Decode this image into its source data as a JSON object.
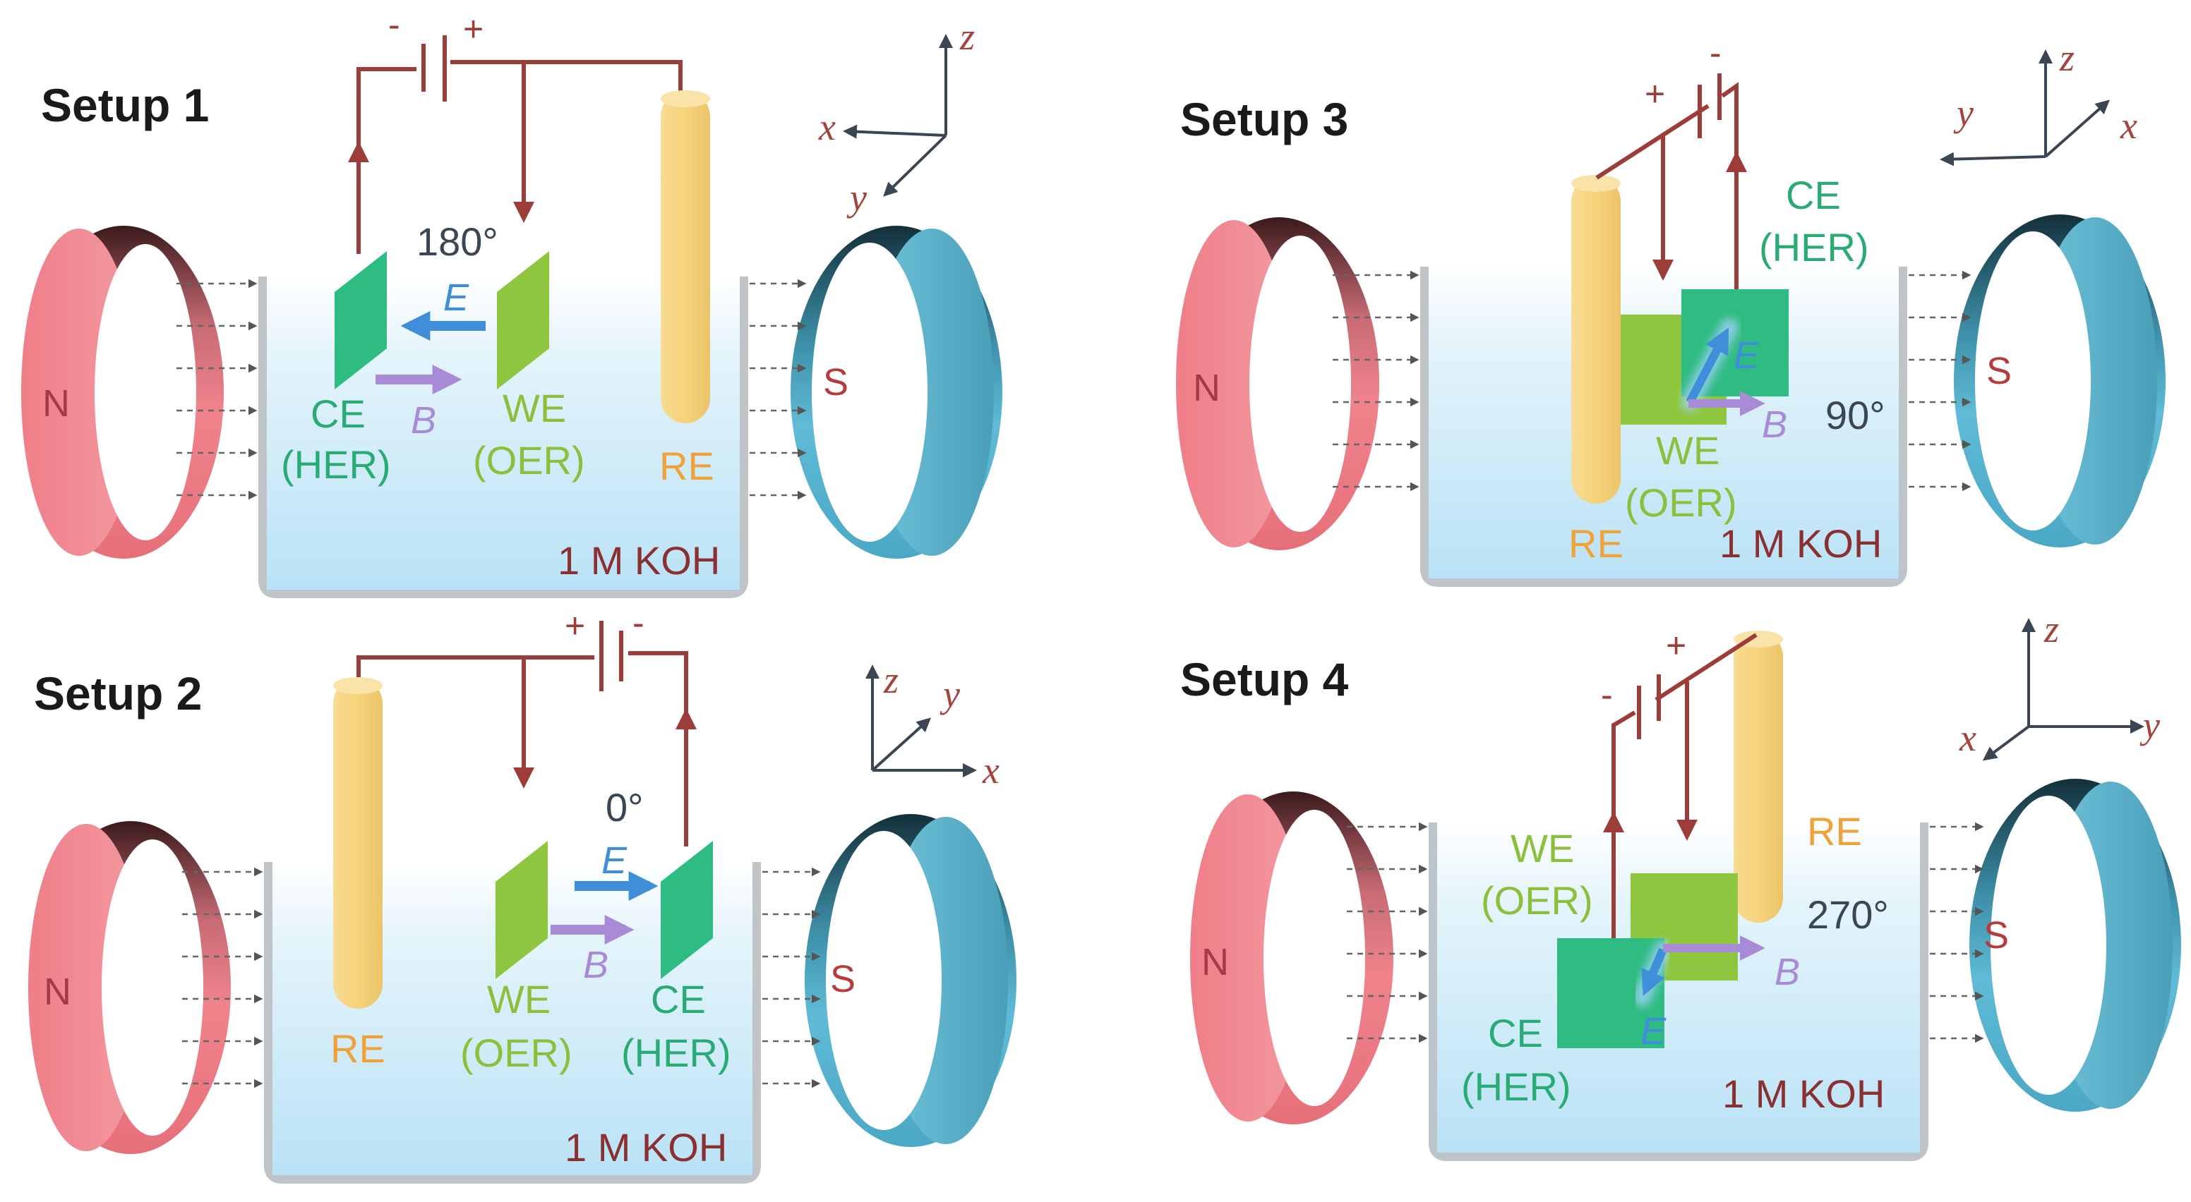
{
  "colors": {
    "wire": "#9c3d3a",
    "axis": "#3a4654",
    "axis_label": "#a2453f",
    "ce": "#2ebc82",
    "we": "#8ec63f",
    "ce_text": "#2aab76",
    "we_text": "#8cbf3c",
    "re": "#f5d37f",
    "re_text": "#f0a23a",
    "e_arrow": "#3f8ed9",
    "b_arrow": "#a88ad6",
    "koh_text": "#8a3030",
    "angle_text": "#3a4654",
    "water": "#c9e9f8",
    "beaker": "#bfc4c8",
    "magnet_n": "#f07c85",
    "magnet_s": "#56b4cf"
  },
  "labels": {
    "ce": "CE",
    "her": "(HER)",
    "we": "WE",
    "oer": "(OER)",
    "re": "RE",
    "electrolyte": "1 M KOH",
    "north": "N",
    "south": "S",
    "e_vec": "E",
    "b_vec": "B",
    "plus": "+",
    "minus": "-",
    "axis_x": "x",
    "axis_y": "y",
    "axis_z": "z"
  },
  "setups": [
    {
      "title": "Setup 1",
      "angle": "180°"
    },
    {
      "title": "Setup 2",
      "angle": "0°"
    },
    {
      "title": "Setup 3",
      "angle": "90°"
    },
    {
      "title": "Setup 4",
      "angle": "270°"
    }
  ]
}
